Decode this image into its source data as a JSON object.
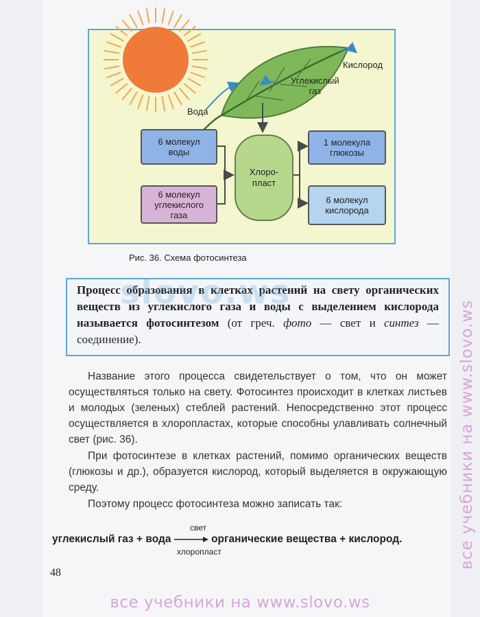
{
  "figure": {
    "labels": {
      "oxygen_out": "Кислород",
      "co2_in": "Углекислый\nгаз",
      "water_in": "Вода",
      "water_box": "6 молекул\nводы",
      "co2_box": "6 молекул\nуглекислого\nгаза",
      "chloroplast": "Хлоро-\nпласт",
      "glucose_box": "1 молекула\nглюкозы",
      "oxygen_box": "6 молекул\nкислорода"
    },
    "colors": {
      "sun": "#f07a3a",
      "sun_rays": "#f5a648",
      "leaf": "#7fb85a",
      "frame": "#59a8cf",
      "arrow": "#4a4a4a"
    },
    "caption": "Рис. 36. Схема фотосинтеза"
  },
  "definition": {
    "bold": "Процесс образования в клетках растений на свету органических веществ из углекислого газа и воды с выделением кислорода называется фотосинтезом",
    "rest_1": " (от греч. ",
    "term_1": "фото",
    "rest_2": " — свет и ",
    "term_2": "синтез",
    "rest_3": " — соединение)."
  },
  "paragraphs": [
    "Название этого процесса свидетельствует о том, что он может осуществляться только на свету. Фотосинтез происходит в клетках листьев и молодых (зеленых) стеблей растений. Непосредственно этот процесс осуществляется в хлоропластах, которые способны улавливать солнечный свет (рис. 36).",
    "При фотосинтезе в клетках растений, помимо органических веществ (глюкозы и др.), образуется кислород, который выделяется в окружающую среду.",
    "Поэтому процесс фотосинтеза можно записать так:"
  ],
  "equation": {
    "left": "углекислый газ + вода",
    "above_arrow": "свет",
    "below_arrow": "хлоропласт",
    "right": "органические вещества + кислород."
  },
  "page_number": "48",
  "watermarks": {
    "center": "slovo.ws",
    "side": "все учебники на www.slovo.ws",
    "bottom": "все учебники на www.slovo.ws"
  }
}
